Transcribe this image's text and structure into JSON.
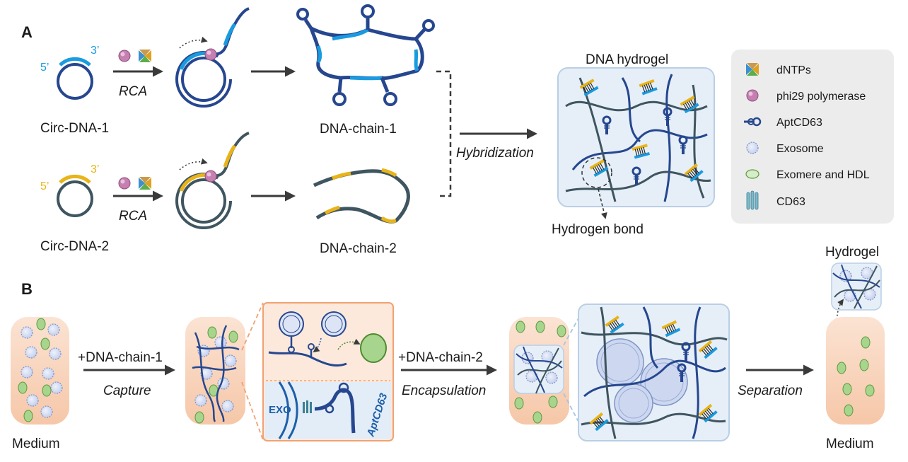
{
  "panels": {
    "a": "A",
    "b": "B"
  },
  "panel_a": {
    "circ1": "Circ-DNA-1",
    "circ2": "Circ-DNA-2",
    "five_prime": "5’",
    "three_prime": "3’",
    "rca": "RCA",
    "chain1": "DNA-chain-1",
    "chain2": "DNA-chain-2",
    "hybridization": "Hybridization",
    "hydrogel_title": "DNA hydrogel",
    "hydrogen_bond": "Hydrogen bond"
  },
  "legend": {
    "items": [
      {
        "label": "dNTPs",
        "icon": "dntp-icon"
      },
      {
        "label": "phi29 polymerase",
        "icon": "polymerase-icon"
      },
      {
        "label": "AptCD63",
        "icon": "aptamer-icon"
      },
      {
        "label": "Exosome",
        "icon": "exosome-icon"
      },
      {
        "label": "Exomere and HDL",
        "icon": "exomere-icon"
      },
      {
        "label": "CD63",
        "icon": "cd63-icon"
      }
    ]
  },
  "panel_b": {
    "medium_left": "Medium",
    "plus_chain1": "+DNA-chain-1",
    "capture": "Capture",
    "exo": "EXO",
    "aptcd63": "AptCD63",
    "plus_chain2": "+DNA-chain-2",
    "encapsulation": "Encapsulation",
    "separation": "Separation",
    "hydrogel": "Hydrogel",
    "medium_right": "Medium"
  },
  "colors": {
    "dark_blue": "#26478f",
    "cyan": "#1a9be0",
    "yellow": "#e8b418",
    "grey_strand": "#3f5560",
    "medium_fill": "#f8d5bd",
    "gel_fill": "#e6eff8",
    "legend_bg": "#ececec",
    "exosome_fill": "#dde4f5",
    "exomere_fill": "#a8d58e"
  }
}
